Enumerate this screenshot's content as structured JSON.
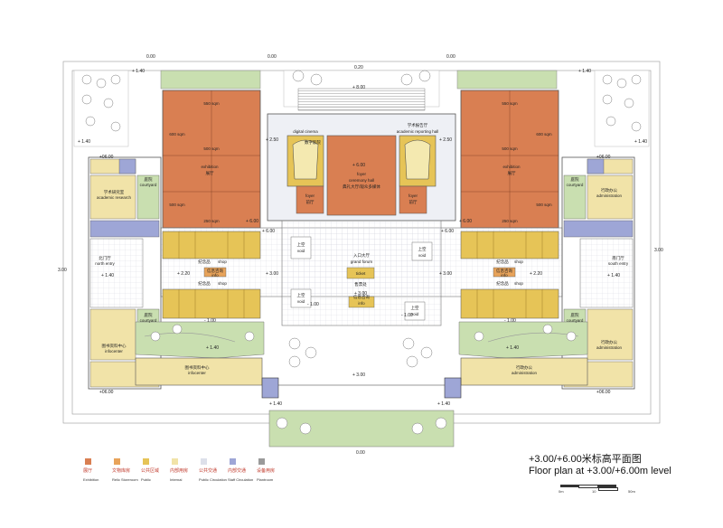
{
  "title": {
    "zh": "+3.00/+6.00米标高平面图",
    "en": "Floor plan at +3.00/+6.00m level"
  },
  "legend": [
    {
      "zh": "展厅",
      "en": "Exhibition",
      "color": "#d97f52"
    },
    {
      "zh": "文物库房",
      "en": "Relic Storeroom",
      "color": "#e8a35a"
    },
    {
      "zh": "公共区域",
      "en": "Public",
      "color": "#e6c457"
    },
    {
      "zh": "内部用房",
      "en": "Internal",
      "color": "#f1e3a8"
    },
    {
      "zh": "公共交通",
      "en": "Public Circulation",
      "color": "#dde0ea"
    },
    {
      "zh": "内部交通",
      "en": "Staff Circulation",
      "color": "#9ea6d6"
    },
    {
      "zh": "设备用房",
      "en": "Plantroom",
      "color": "#9a9a9a"
    }
  ],
  "scale": {
    "start": "0m",
    "mid": "10",
    "end": "50m"
  },
  "levels": {
    "top_000_left": "0.00",
    "top_000_mid": "0.00",
    "top_000_right": "0.00",
    "top_020": "0.20",
    "p140_tl": "+ 1.40",
    "p140_tr": "+ 1.40",
    "p140_ml": "+ 1.40",
    "p140_mr": "+ 1.40",
    "p800": "+ 8.00",
    "p250_l": "+ 2.50",
    "p250_r": "+ 2.50",
    "p600_center": "+ 6.00",
    "p600_l": "+ 6.00",
    "p600_r": "+ 6.00",
    "p600_wl": "+06.00",
    "p600_wr": "+06.00",
    "p600_cl": "+ 6.00",
    "p600_cr": "+ 6.00",
    "p220_l": "+ 2.20",
    "p220_r": "+ 2.20",
    "p300_c": "+ 3.00",
    "p300_l": "+ 3.00",
    "p300_r": "+ 3.00",
    "p300_f": "+ 3.00",
    "p140_nl": "+ 1.40",
    "p140_nr": "+ 1.40",
    "m100_l": "- 1.00",
    "m100_r": "- 1.00",
    "m100_c": "- 1.00",
    "m100_c2": "- 1.00",
    "p140_gl": "+ 1.40",
    "p140_gr": "+ 1.40",
    "p600_bl": "+06.00",
    "p600_br": "+06.00",
    "p140_bl": "+ 1.40",
    "p140_br": "+ 1.40",
    "bottom_000": "0.00",
    "left_300": "3.00",
    "right_300": "3.00"
  },
  "rooms": {
    "hall_550a": "550 sqm",
    "hall_600a": "600 sqm",
    "hall_500a": "500 sqm",
    "hall_500b": "500 sqm",
    "hall_250a": "250 sqm",
    "hall_550b": "550 sqm",
    "hall_600b": "600 sqm",
    "hall_500c": "500 sqm",
    "hall_500d": "500 sqm",
    "hall_250b": "250 sqm",
    "exhibition_l": "exhibition",
    "exhibition_l_zh": "展厅",
    "exhibition_r": "exhibition",
    "exhibition_r_zh": "展厅",
    "digital_cinema": "digital cinema",
    "digital_cinema_zh": "数字影院",
    "academic_hall": "academic reporting hall",
    "academic_hall_zh": "学术报告厅",
    "foyer_c": "foyer",
    "ceremony": "ceremony hall",
    "ceremony_zh": "典礼大厅/观众多媒体",
    "foyer_l": "foyer",
    "foyer_l_zh": "前厅",
    "foyer_r": "foyer",
    "foyer_r_zh": "前厅",
    "grand_forum_zh": "入口大厅",
    "grand_forum": "grand forum",
    "ticket": "ticket",
    "ticket_zh": "售票处",
    "info_c_zh": "信息咨询",
    "info_c": "info",
    "void_1": "上空",
    "void_1en": "void",
    "void_2": "上空",
    "void_2en": "void",
    "void_3": "上空",
    "void_3en": "void",
    "void_4": "上空",
    "void_4en": "void",
    "shop_l1": "纪念品",
    "shop_l1en": "shop",
    "shop_l2": "纪念品",
    "shop_l2en": "shop",
    "info_l_zh": "信息咨询",
    "info_l": "info",
    "shop_r1": "纪念品",
    "shop_r1en": "shop",
    "shop_r2": "纪念品",
    "shop_r2en": "shop",
    "info_r_zh": "信息咨询",
    "info_r": "info",
    "courtyard_tl_zh": "庭院",
    "courtyard_tl": "courtyard",
    "courtyard_bl_zh": "庭院",
    "courtyard_bl": "courtyard",
    "courtyard_tr_zh": "庭院",
    "courtyard_tr": "courtyard",
    "courtyard_br_zh": "庭院",
    "courtyard_br": "courtyard",
    "research_zh": "学术研究室",
    "research": "academic research",
    "north_zh": "北门厅",
    "north": "north entry",
    "south_zh": "南门厅",
    "south": "south entry",
    "admin_tr_zh": "行政办公",
    "admin_tr": "administration",
    "admin_br_zh": "行政办公",
    "admin_br": "administration",
    "admin_b_zh": "行政办公",
    "admin_b": "administration",
    "library_l_zh": "图书资料中心",
    "library_l": "infocenter",
    "library_b_zh": "图书资料中心",
    "library_b": "infocenter"
  }
}
